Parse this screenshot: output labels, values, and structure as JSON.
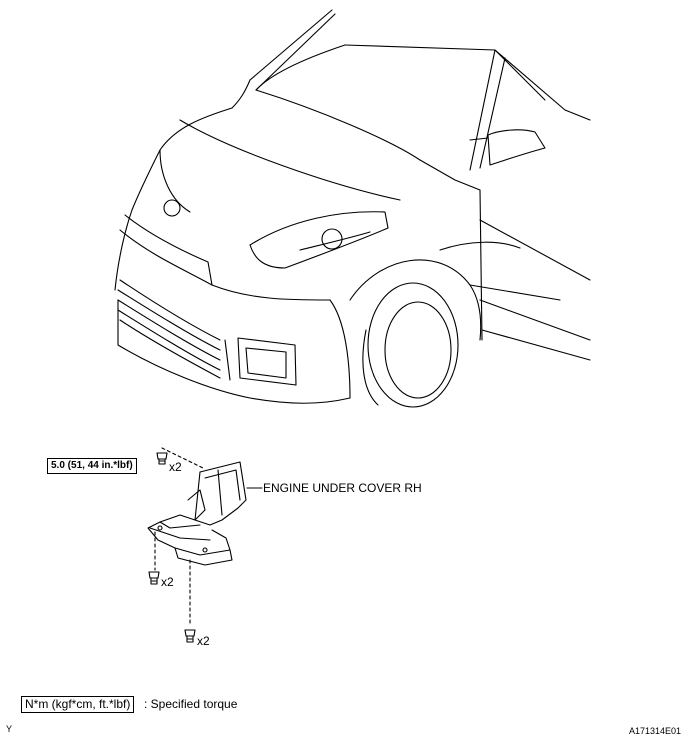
{
  "callouts": {
    "torque_spec": "5.0 (51, 44 in.*lbf)",
    "qty_top": "x2",
    "qty_left": "x2",
    "qty_bottom": "x2",
    "part_name": "ENGINE UNDER COVER RH"
  },
  "legend": {
    "unit_box": "N*m (kgf*cm, ft.*lbf)",
    "description": ": Specified torque"
  },
  "footer": {
    "left_code": "Y",
    "figure_id": "A171314E01"
  }
}
